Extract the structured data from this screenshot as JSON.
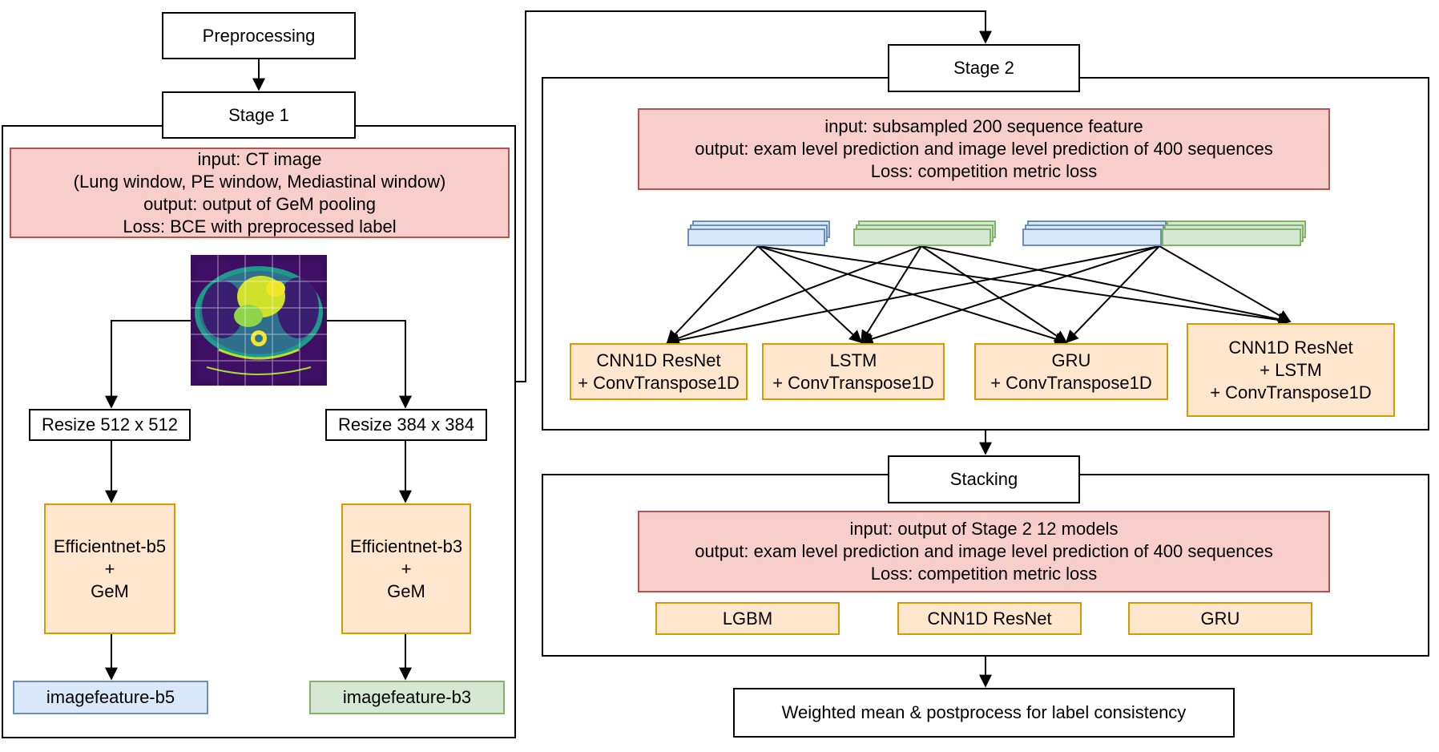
{
  "preprocessing": "Preprocessing",
  "stage1": {
    "title": "Stage 1",
    "spec": [
      "input: CT image",
      "(Lung window, PE window, Mediastinal window)",
      "output: output of GeM pooling",
      "Loss: BCE with preprocessed label"
    ],
    "resize_left": "Resize 512 x 512",
    "resize_right": "Resize 384 x 384",
    "model_left": [
      "Efficientnet-b5",
      "+",
      "GeM"
    ],
    "model_right": [
      "Efficientnet-b3",
      "+",
      "GeM"
    ],
    "feature_left": "imagefeature-b5",
    "feature_right": "imagefeature-b3"
  },
  "stage2": {
    "title": "Stage 2",
    "spec": [
      "input: subsampled 200 sequence feature",
      "output: exam level prediction and image level prediction of 400 sequences",
      "Loss: competition metric loss"
    ],
    "models": [
      [
        "CNN1D ResNet",
        "+ ConvTranspose1D"
      ],
      [
        "LSTM",
        "+ ConvTranspose1D"
      ],
      [
        "GRU",
        "+ ConvTranspose1D"
      ],
      [
        "CNN1D ResNet",
        "+ LSTM",
        "+ ConvTranspose1D"
      ]
    ]
  },
  "stacking": {
    "title": "Stacking",
    "spec": [
      "input: output of Stage 2 12 models",
      "output: exam level prediction and image level prediction of 400 sequences",
      "Loss: competition metric loss"
    ],
    "models": [
      "LGBM",
      "CNN1D ResNet",
      "GRU"
    ]
  },
  "final": "Weighted mean & postprocess for label consistency",
  "colors": {
    "red_fill": "#f8cecc",
    "red_stroke": "#b85450",
    "orange_fill": "#ffe6cc",
    "orange_stroke": "#d79b00",
    "blue_fill": "#dae8fc",
    "blue_stroke": "#6c8ebf",
    "green_fill": "#d5e8d4",
    "green_stroke": "#82b366"
  },
  "image": "ct-scan-image"
}
